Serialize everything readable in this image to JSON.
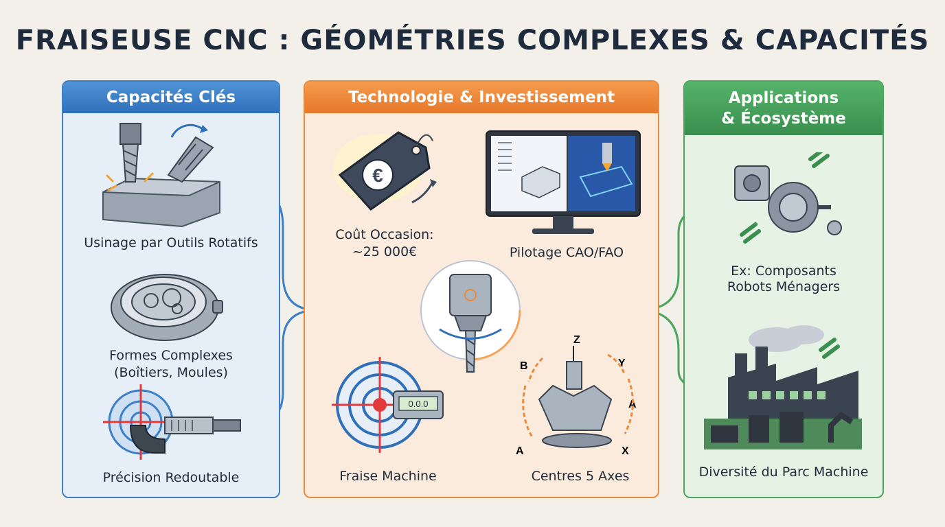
{
  "title": "FRAISEUSE CNC : GÉOMÉTRIES COMPLEXES & CAPACITÉS",
  "panels": {
    "capacites": {
      "header": "Capacités Clés",
      "items": [
        {
          "label": "Usinage par Outils Rotatifs"
        },
        {
          "label_1": "Formes Complexes",
          "label_2": "(Boîtiers, Moules)"
        },
        {
          "label": "Précision Redoutable"
        }
      ]
    },
    "technologie": {
      "header": "Technologie & Investissement",
      "cout_1": "Coût Occasion:",
      "cout_2": "~25 000€",
      "pilotage": "Pilotage CAO/FAO",
      "fraise": "Fraise Machine",
      "centres": "Centres 5 Axes",
      "caliper_readout": "0.0.0",
      "axes": {
        "z": "Z",
        "y": "Y",
        "b": "B",
        "a1": "A",
        "a2": "A",
        "x": "X"
      }
    },
    "applications": {
      "header_1": "Applications",
      "header_2": "& Écosystème",
      "ex_1": "Ex: Composants",
      "ex_2": "Robots Ménagers",
      "parc": "Diversité du Parc Machine"
    }
  },
  "colors": {
    "blue": "#3b7fc9",
    "orange": "#ec8a3c",
    "green": "#4aa55e",
    "title": "#1e2b3d"
  }
}
